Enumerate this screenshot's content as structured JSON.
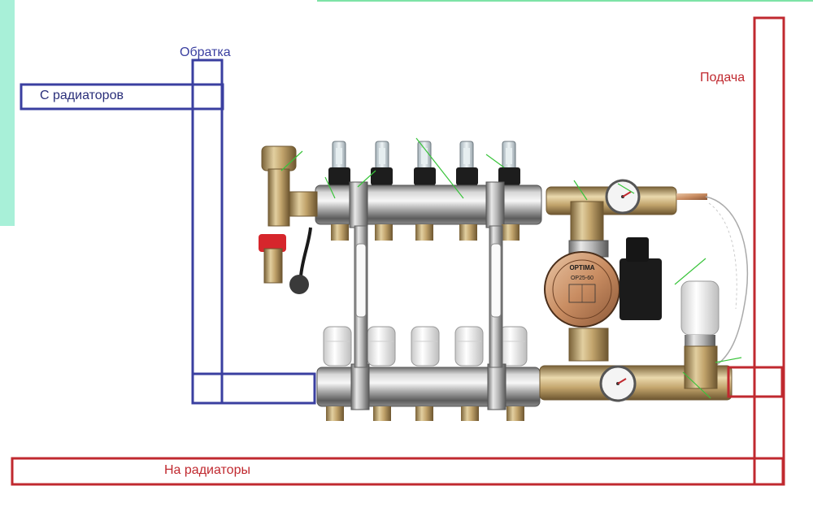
{
  "labels": {
    "return": "Обратка",
    "from_radiators": "С радиаторов",
    "supply": "Подача",
    "to_radiators": "На радиаторы"
  },
  "pump": {
    "brand": "OPTIMA",
    "model": "OP25-60"
  },
  "colors": {
    "return_line": "#3a3fa0",
    "supply_line": "#c0292f",
    "pointer": "#38c43a",
    "corner_accent": "#a8f0d8"
  }
}
